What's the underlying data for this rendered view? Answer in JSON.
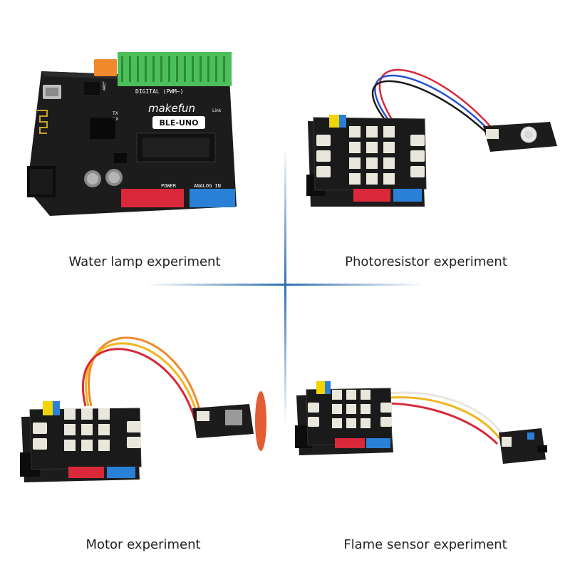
{
  "board_markings": {
    "brand": "makefun",
    "model": "BLE-UNO",
    "digital": "DIGITAL (PWM~)",
    "power": "POWER",
    "analog": "ANALOG IN",
    "aref": "AREF",
    "tx": "TX",
    "rx": "RX",
    "link": "Link"
  },
  "captions": {
    "top_left": "Water lamp experiment",
    "top_right": "Photoresistor experiment",
    "bottom_left": "Motor experiment",
    "bottom_right": "Flame sensor experiment"
  },
  "colors": {
    "divider": "#2f6fb0",
    "board": "#1c1c1c",
    "header_green": "#4cbf5a",
    "header_red": "#d8283a",
    "header_blue": "#2a7fd6",
    "header_orange": "#f08a2c",
    "grove_white": "#e9e6dc",
    "wire_red": "#d8283a",
    "wire_blue": "#2a4fd6",
    "wire_yellow": "#f1b51e",
    "wire_orange": "#f08a2c",
    "rotor": "#e04a1e"
  }
}
